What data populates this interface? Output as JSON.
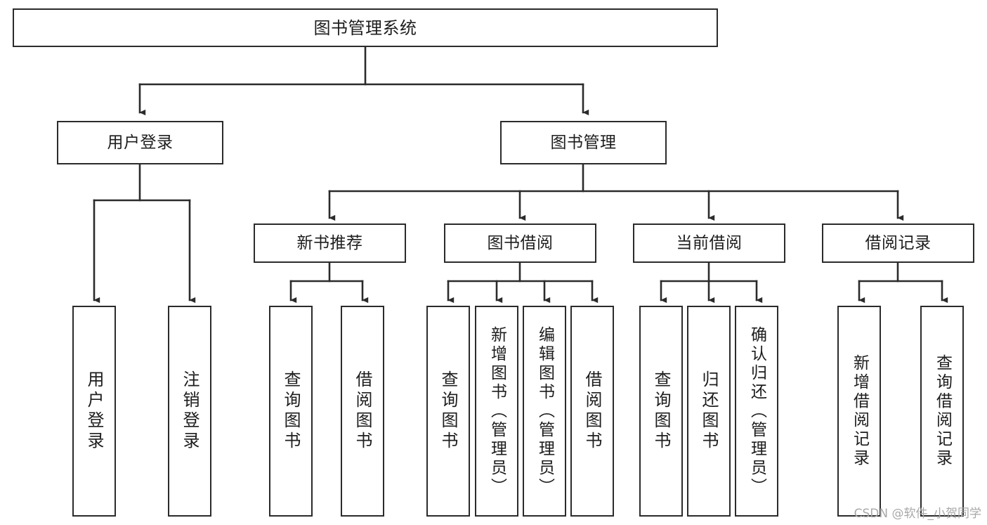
{
  "diagram": {
    "title": "图书管理系统",
    "type": "functional-structure-tree",
    "orientation": "top-down",
    "line_color": "#2b2b2b",
    "box_fill": "#ffffff",
    "text_color": "#1d1d1d",
    "watermark": "CSDN @软件_小贺同学"
  },
  "nodes": {
    "root": {
      "label": "图书管理系统"
    },
    "level1": [
      {
        "id": "user-login",
        "label": "用户登录"
      },
      {
        "id": "book-management",
        "label": "图书管理"
      }
    ],
    "level2": [
      {
        "id": "new-book-recommend",
        "label": "新书推荐",
        "parent": "book-management"
      },
      {
        "id": "book-borrow",
        "label": "图书借阅",
        "parent": "book-management"
      },
      {
        "id": "current-borrow",
        "label": "当前借阅",
        "parent": "book-management"
      },
      {
        "id": "borrow-record",
        "label": "借阅记录",
        "parent": "book-management"
      }
    ],
    "leaves": [
      {
        "id": "leaf-user-login",
        "label": "用户登录",
        "parent": "user-login"
      },
      {
        "id": "leaf-logout-login",
        "label": "注销登录",
        "parent": "user-login"
      },
      {
        "id": "leaf-query-book-1",
        "label": "查询图书",
        "parent": "new-book-recommend"
      },
      {
        "id": "leaf-borrow-book-1",
        "label": "借阅图书",
        "parent": "new-book-recommend"
      },
      {
        "id": "leaf-query-book-2",
        "label": "查询图书",
        "parent": "book-borrow"
      },
      {
        "id": "leaf-add-book",
        "label": "新增图书（管理员）",
        "parent": "book-borrow"
      },
      {
        "id": "leaf-edit-book",
        "label": "编辑图书（管理员）",
        "parent": "book-borrow"
      },
      {
        "id": "leaf-borrow-book-2",
        "label": "借阅图书",
        "parent": "book-borrow"
      },
      {
        "id": "leaf-query-book-3",
        "label": "查询图书",
        "parent": "current-borrow"
      },
      {
        "id": "leaf-return-book",
        "label": "归还图书",
        "parent": "current-borrow"
      },
      {
        "id": "leaf-confirm-return",
        "label": "确认归还（管理员）",
        "parent": "current-borrow"
      },
      {
        "id": "leaf-add-record",
        "label": "新增借阅记录",
        "parent": "borrow-record"
      },
      {
        "id": "leaf-query-record",
        "label": "查询借阅记录",
        "parent": "borrow-record"
      }
    ]
  }
}
